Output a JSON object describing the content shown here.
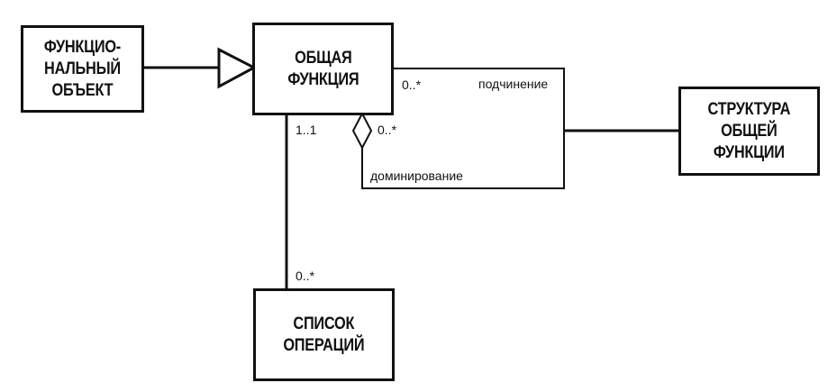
{
  "boxes": {
    "functional_object": "ФУНКЦИО-\nНАЛЬНЫЙ\nОБЪЕКТ",
    "general_function": "ОБЩАЯ\nФУНКЦИЯ",
    "structure": "СТРУКТУРА\nОБЩЕЙ\nФУНКЦИИ",
    "operations_list": "СПИСОК\nОПЕРАЦИЙ"
  },
  "labels": {
    "mult_subordination": "0..*",
    "subordination": "подчинение",
    "mult_domination": "0..*",
    "domination": "доминирование",
    "mult_one": "1..1",
    "mult_operations": "0..*"
  }
}
